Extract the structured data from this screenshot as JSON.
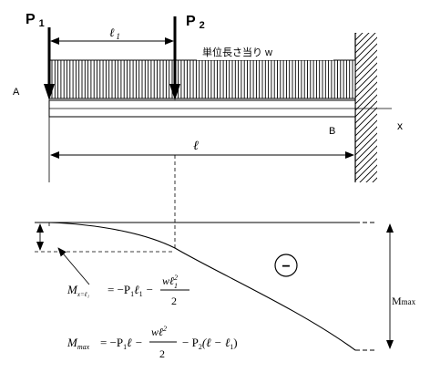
{
  "loads": {
    "p1_main": "P",
    "p1_sub": "1",
    "p2_main": "P",
    "p2_sub": "2",
    "distributed_label": "単位長さ当り w"
  },
  "dimensions": {
    "l1_main": "ℓ",
    "l1_sub": "1",
    "l_main": "ℓ"
  },
  "points": {
    "a": "A",
    "b": "B",
    "axis_x": "x"
  },
  "moment_diagram": {
    "sign": "−",
    "mmax_main": "M",
    "mmax_sub": "max"
  },
  "formula_1": {
    "lhs_main": "M",
    "lhs_sub": "x=ℓ₁",
    "rhs_a": "= −P",
    "rhs_a_sub": "1",
    "rhs_b": "ℓ",
    "rhs_b_sub": "1",
    "minus": "−",
    "num_main": "wℓ",
    "num_sup": "2",
    "num_sub": "1",
    "den": "2"
  },
  "formula_2": {
    "lhs_main": "M",
    "lhs_sub": "max",
    "rhs_a": "= −P",
    "rhs_a_sub": "1",
    "rhs_b": "ℓ −",
    "num_main": "wℓ",
    "num_sup": "2",
    "den": "2",
    "rhs_c": "− P",
    "rhs_c_sub": "2",
    "rhs_d": "(ℓ − ℓ",
    "rhs_d_sub": "1",
    "rhs_e": ")"
  }
}
